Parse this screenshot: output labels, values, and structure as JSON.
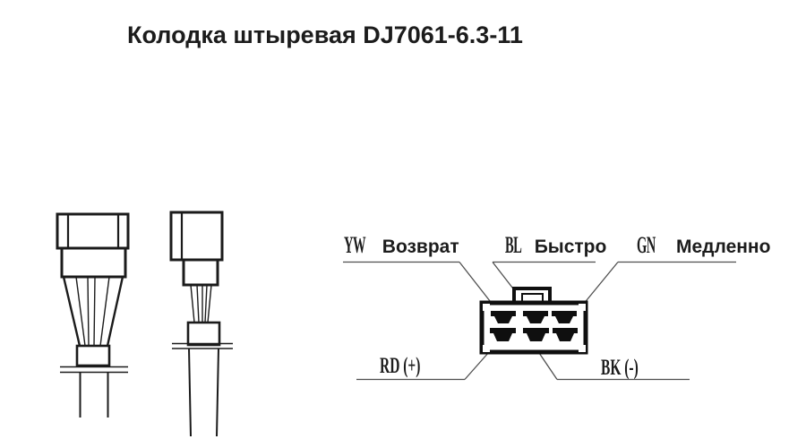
{
  "title": "Колодка штыревая DJ7061-6.3-11",
  "diagram": {
    "type": "connector-pinout",
    "connector": {
      "rows": 2,
      "pins_per_row": 3,
      "total_pins": 6
    },
    "labels": {
      "yw": {
        "code": "YW",
        "text": "Возврат"
      },
      "bl": {
        "code": "BL",
        "text": "Быстро"
      },
      "gn": {
        "code": "GN",
        "text": "Медленно"
      },
      "rd": {
        "code": "RD (+)",
        "text": ""
      },
      "bk": {
        "code": "BK (-)",
        "text": ""
      }
    }
  },
  "colors": {
    "background": "#ffffff",
    "drawing_line": "#1b1b1b",
    "leader_line": "#4f4f4f",
    "pin_fill": "#0f0f0f"
  }
}
